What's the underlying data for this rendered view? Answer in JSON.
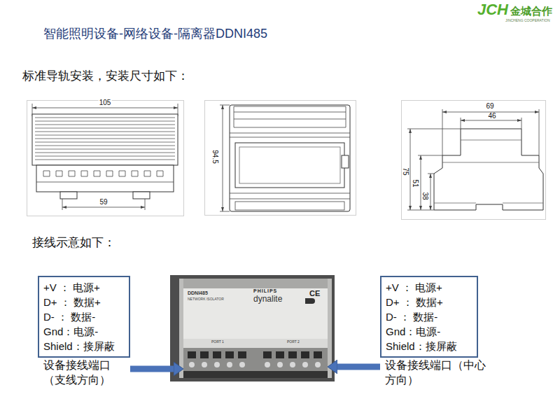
{
  "diagram": {
    "title": "智能照明设备-网络设备-隔离器DDNI485",
    "nodes": [
      {
        "text": [
          "+V ： 电源+",
          "D+ ： 数据+",
          "D- ： 数据-",
          "Gnd：电源-",
          "Shield：接屏蔽",
          "设备接线端口（支线方向）"
        ]
      },
      {
        "text": [
          "DDNI485",
          "NETWORK ISOLATOR",
          "PHILIPS",
          "dynalite",
          "CE",
          "PORT 1",
          "PORT 2"
        ]
      },
      {
        "text": [
          "+V ： 电源+",
          "D+ ： 数据+",
          "D- ： 数据-",
          "Gnd：电源-",
          "Shield：接屏蔽",
          "设备接线端口（中心方向）"
        ]
      }
    ],
    "edges": [
      {
        "from": 0,
        "to": 1,
        "arrow": "to"
      },
      {
        "from": 2,
        "to": 1,
        "arrow": "to"
      }
    ],
    "labels": [
      "JCH",
      "金城合作",
      "JINCHENG COOPERATION",
      "标准导轨安装，安装尺寸如下：",
      "105",
      "59",
      "94.5",
      "69",
      "46",
      "75",
      "51",
      "38",
      "接线示意如下："
    ]
  }
}
